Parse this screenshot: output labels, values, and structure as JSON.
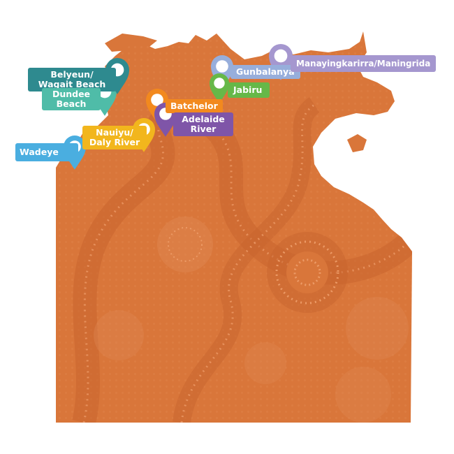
{
  "colors": {
    "land": "#d9763a",
    "land_dark": "#c9652c",
    "pattern": "#e48a52",
    "teal_dark": "#2e8a8f",
    "teal_light": "#4fbca8",
    "blue": "#4aaee0",
    "yellow": "#f2b61d",
    "orange": "#f2891e",
    "purple": "#7f55a8",
    "lavender": "#a597cf",
    "periwinkle": "#97aedb",
    "green": "#66b848"
  },
  "locations": [
    {
      "id": "belyeun",
      "name": "Belyeun/ Wagait Beach",
      "line1": "Belyeun/",
      "line2": "Wagait Beach",
      "color": "teal_dark",
      "icon": "map-pin-icon"
    },
    {
      "id": "dundee",
      "name": "Dundee Beach",
      "line1": "Dundee",
      "line2": "Beach",
      "color": "teal_light",
      "icon": "map-pin-icon"
    },
    {
      "id": "batchelor",
      "name": "Batchelor",
      "line1": "Batchelor",
      "color": "orange",
      "icon": "map-pin-icon"
    },
    {
      "id": "adelaide",
      "name": "Adelaide River",
      "line1": "Adelaide",
      "line2": "River",
      "color": "purple",
      "icon": "map-pin-icon"
    },
    {
      "id": "nauiyu",
      "name": "Nauiyu/ Daly River",
      "line1": "Nauiyu/",
      "line2": "Daly River",
      "color": "yellow",
      "icon": "map-pin-icon"
    },
    {
      "id": "wadeye",
      "name": "Wadeye",
      "line1": "Wadeye",
      "color": "blue",
      "icon": "map-pin-icon"
    },
    {
      "id": "gunbalanya",
      "name": "Gunbalanya",
      "line1": "Gunbalanya",
      "color": "periwinkle",
      "icon": "map-pin-icon"
    },
    {
      "id": "jabiru",
      "name": "Jabiru",
      "line1": "Jabiru",
      "color": "green",
      "icon": "map-pin-icon"
    },
    {
      "id": "maningrida",
      "name": "Manayingkarirra/Maningrida",
      "line1": "Manayingkarirra/Maningrida",
      "color": "lavender",
      "icon": "map-pin-icon"
    }
  ]
}
